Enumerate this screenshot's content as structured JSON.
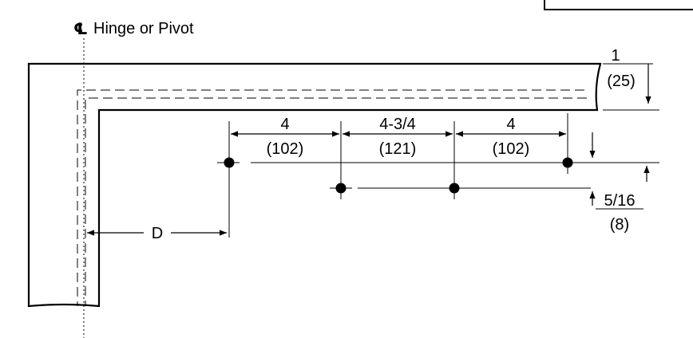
{
  "header": {
    "centerline_symbol": "℄",
    "centerline_label": "Hinge or Pivot"
  },
  "dimensions": {
    "top_thickness": {
      "inches": "1",
      "mm": "(25)"
    },
    "spacing_1": {
      "inches": "4",
      "mm": "(102)"
    },
    "spacing_2": {
      "inches": "4-3/4",
      "mm": "(121)"
    },
    "spacing_3": {
      "inches": "4",
      "mm": "(102)"
    },
    "offset": {
      "inches": "5/16",
      "mm": "(8)"
    },
    "distance_from_pivot": "D"
  },
  "colors": {
    "line": "#000000",
    "background": "#ffffff"
  }
}
